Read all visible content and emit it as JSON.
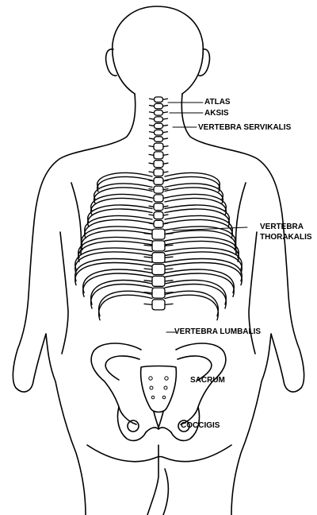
{
  "labels": {
    "atlas": "ATLAS",
    "aksis": "AKSIS",
    "servikalis": "VERTEBRA SERVIKALIS",
    "thorakalis_1": "VERTEBRA",
    "thorakalis_2": "THORAKALIS",
    "lumbalis": "VERTEBRA LUMBALIS",
    "sacrum": "SACRUM",
    "coccigis": "COCCIGIS"
  },
  "colors": {
    "line": "#000000",
    "background": "#ffffff"
  }
}
